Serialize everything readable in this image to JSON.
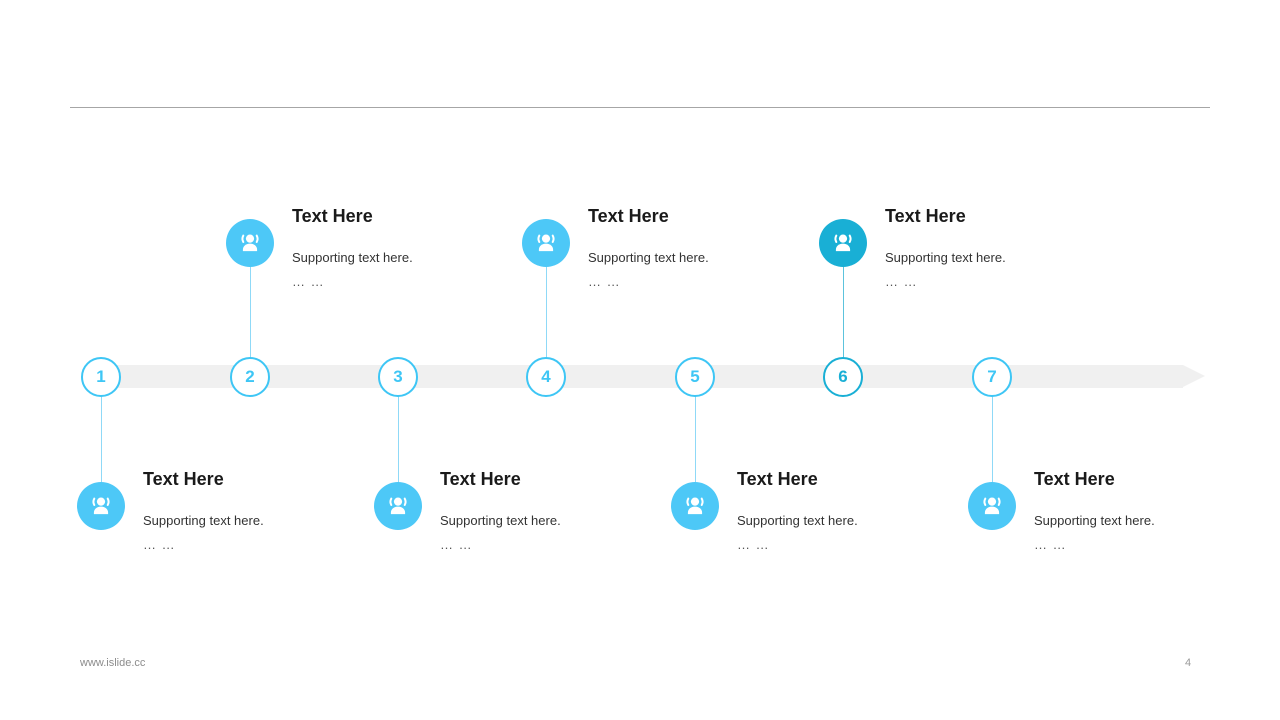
{
  "theme": {
    "accent_light": "#4DC8F7",
    "accent_ring": "#3EC6F5",
    "accent_dark": "#19AFD5",
    "bar_gray": "#F0F0F0",
    "divider_gray": "#A6A6A6",
    "heading_color": "#1A1A1A",
    "footer_color": "#8C8C8C"
  },
  "divider": {
    "name": "top-rule"
  },
  "timeline": {
    "bar_label": "timeline-bar",
    "arrow_label": "timeline-arrow",
    "steps": [
      {
        "number": "1",
        "position": "below",
        "accent": "light",
        "icon": "user-group-icon",
        "title": "Text Here",
        "supporting": "Supporting  text here.",
        "ellipsis": "… …"
      },
      {
        "number": "2",
        "position": "above",
        "accent": "light",
        "icon": "user-group-icon",
        "title": "Text Here",
        "supporting": "Supporting  text here.",
        "ellipsis": "… …"
      },
      {
        "number": "3",
        "position": "below",
        "accent": "light",
        "icon": "user-group-icon",
        "title": "Text Here",
        "supporting": "Supporting  text here.",
        "ellipsis": "… …"
      },
      {
        "number": "4",
        "position": "above",
        "accent": "light",
        "icon": "user-group-icon",
        "title": "Text Here",
        "supporting": "Supporting  text here.",
        "ellipsis": "… …"
      },
      {
        "number": "5",
        "position": "below",
        "accent": "light",
        "icon": "user-group-icon",
        "title": "Text Here",
        "supporting": "Supporting  text here.",
        "ellipsis": "… …"
      },
      {
        "number": "6",
        "position": "above",
        "accent": "dark",
        "icon": "user-group-icon",
        "title": "Text Here",
        "supporting": "Supporting  text here.",
        "ellipsis": "… …"
      },
      {
        "number": "7",
        "position": "below",
        "accent": "light",
        "icon": "user-group-icon",
        "title": "Text Here",
        "supporting": "Supporting  text here.",
        "ellipsis": "… …"
      }
    ]
  },
  "footer": {
    "site": "www.islide.cc",
    "page_number": "4"
  }
}
